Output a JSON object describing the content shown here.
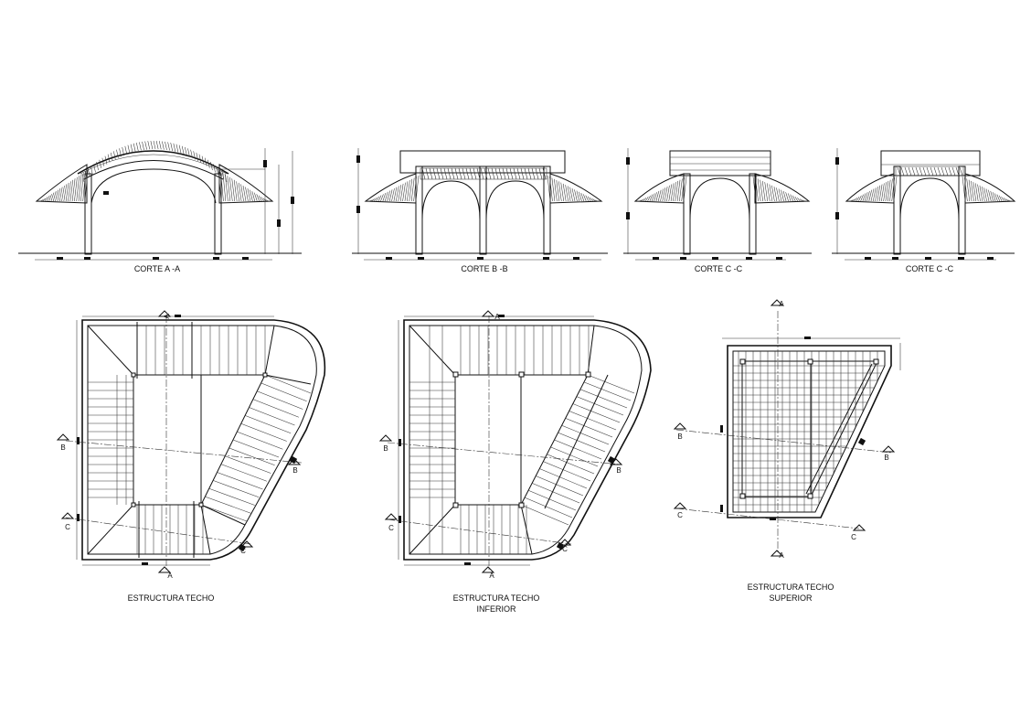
{
  "sections": [
    {
      "id": "a",
      "title": "CORTE A -A"
    },
    {
      "id": "b",
      "title": "CORTE B -B"
    },
    {
      "id": "c1",
      "title": "CORTE C -C"
    },
    {
      "id": "c2",
      "title": "CORTE C -C"
    }
  ],
  "plans": [
    {
      "id": "techo",
      "title_lines": [
        "ESTRUCTURA TECHO"
      ]
    },
    {
      "id": "inferior",
      "title_lines": [
        "ESTRUCTURA TECHO",
        "INFERIOR"
      ]
    },
    {
      "id": "superior",
      "title_lines": [
        "ESTRUCTURA TECHO",
        "SUPERIOR"
      ]
    }
  ],
  "cut_markers": {
    "a": "A",
    "b": "B",
    "c": "C"
  }
}
